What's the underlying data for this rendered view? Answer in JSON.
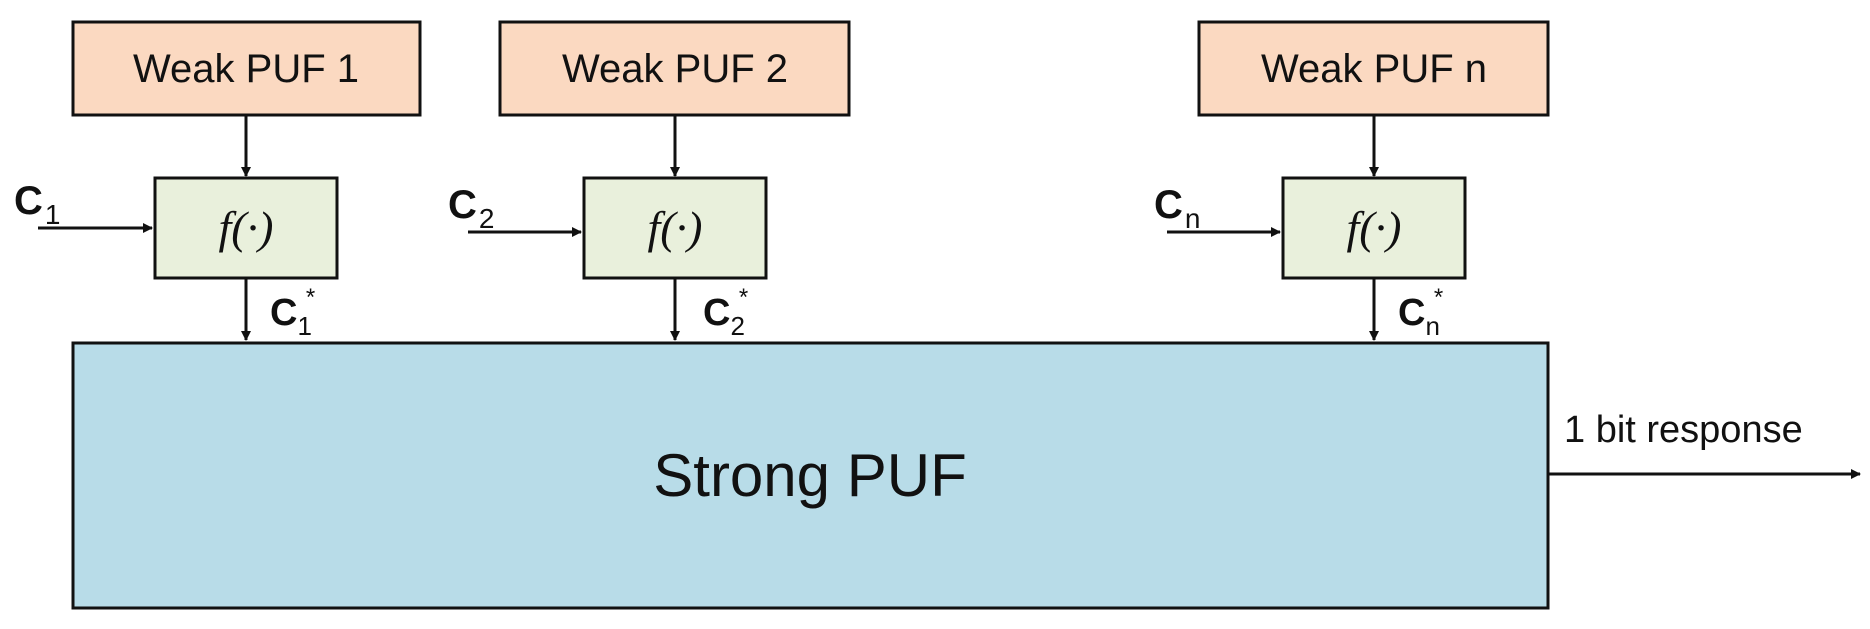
{
  "colors": {
    "weak_fill": "#fbd9c1",
    "func_fill": "#e9f0dc",
    "strong_fill": "#b8dce8",
    "stroke": "#111111"
  },
  "weak_pufs": [
    {
      "label": "Weak PUF 1",
      "func": "f(·)",
      "input_main": "C",
      "input_sub": "1",
      "output_main": "C",
      "output_sub": "1",
      "output_sup": "*"
    },
    {
      "label": "Weak PUF 2",
      "func": "f(·)",
      "input_main": "C",
      "input_sub": "2",
      "output_main": "C",
      "output_sub": "2",
      "output_sup": "*"
    },
    {
      "label": "Weak PUF n",
      "func": "f(·)",
      "input_main": "C",
      "input_sub": "n",
      "output_main": "C",
      "output_sub": "n",
      "output_sup": "*"
    }
  ],
  "strong_puf": {
    "label": "Strong PUF"
  },
  "response": {
    "label": "1 bit response"
  }
}
